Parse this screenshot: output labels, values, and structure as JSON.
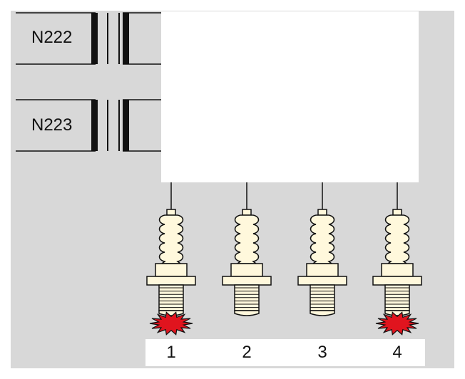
{
  "coils": [
    {
      "label": "N222"
    },
    {
      "label": "N223"
    }
  ],
  "plugs": [
    {
      "number": "1",
      "spark": true
    },
    {
      "number": "2",
      "spark": false
    },
    {
      "number": "3",
      "spark": false
    },
    {
      "number": "4",
      "spark": true
    }
  ],
  "colors": {
    "background": "#d8d8d8",
    "panel": "#ffffff",
    "plug_body": "#fff8dc",
    "spark": "#e0141e",
    "line": "#111111"
  }
}
